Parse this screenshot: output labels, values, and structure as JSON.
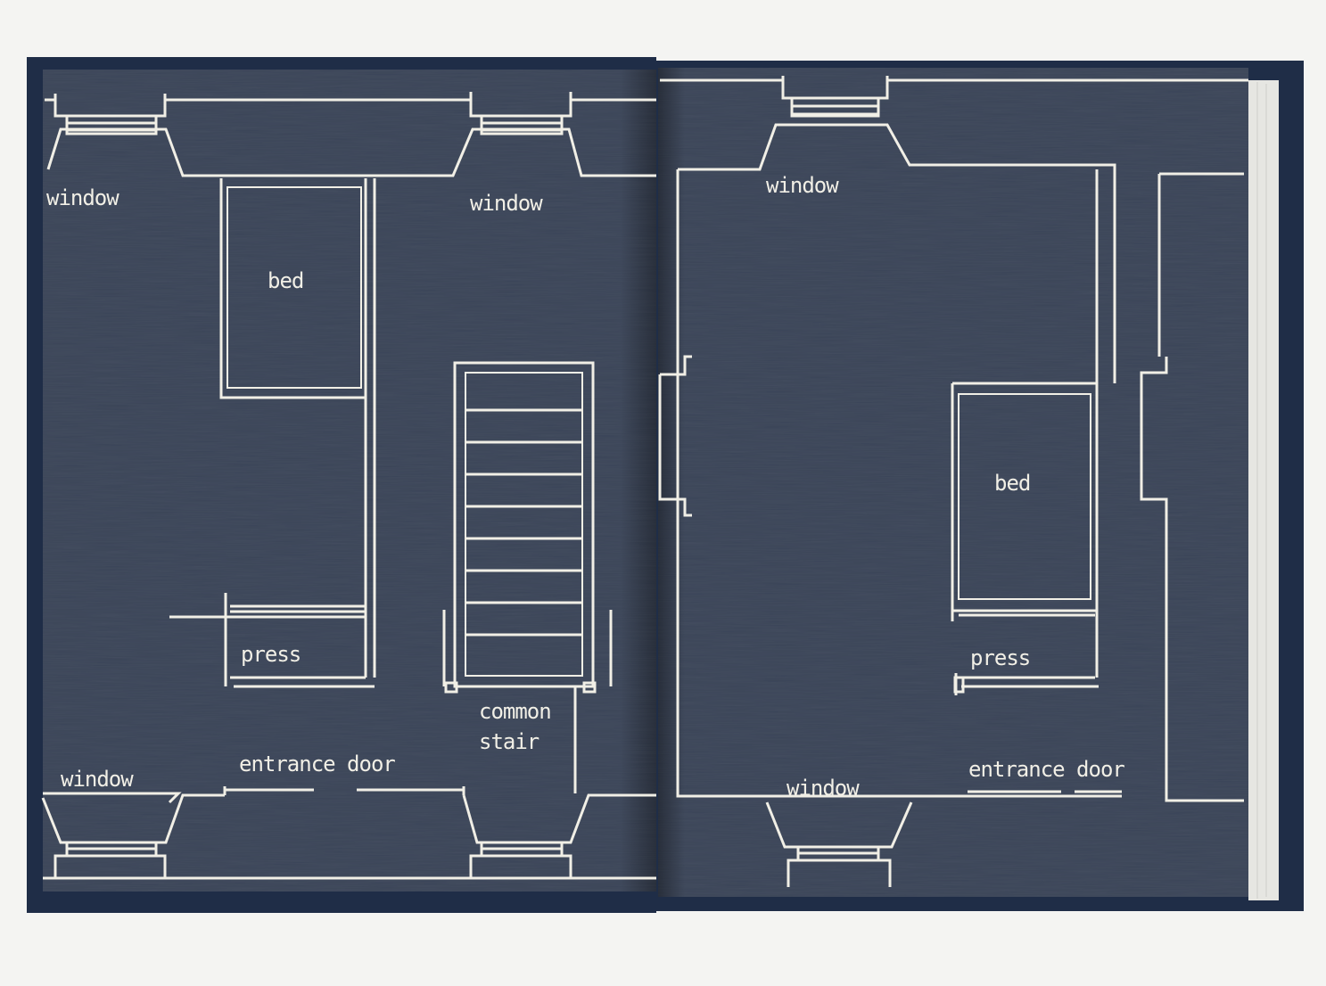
{
  "colors": {
    "background": "#f4f4f2",
    "cover": "#1f2d47",
    "paper": "#3a4457",
    "ink": "#f1efe6",
    "page_edges": "#e6e6e2"
  },
  "left_page": {
    "window_top_left": "window",
    "window_top_mid": "window",
    "bed": "bed",
    "press": "press",
    "stair_line1": "common",
    "stair_line2": "stair",
    "entrance_door": "entrance door",
    "window_bottom_left": "window"
  },
  "right_page": {
    "window_top": "window",
    "bed": "bed",
    "press": "press",
    "entrance_door": "entrance door",
    "window_bottom": "window"
  }
}
